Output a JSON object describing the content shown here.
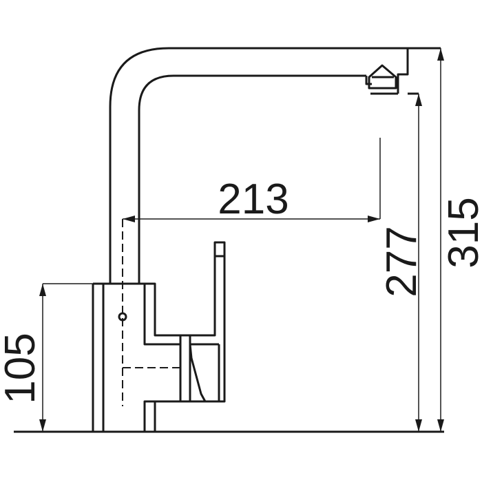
{
  "dimensions": {
    "spout_reach": "213",
    "spout_height": "277",
    "total_height": "315",
    "body_height": "105"
  },
  "colors": {
    "line": "#1a1a1a",
    "background": "#ffffff"
  }
}
